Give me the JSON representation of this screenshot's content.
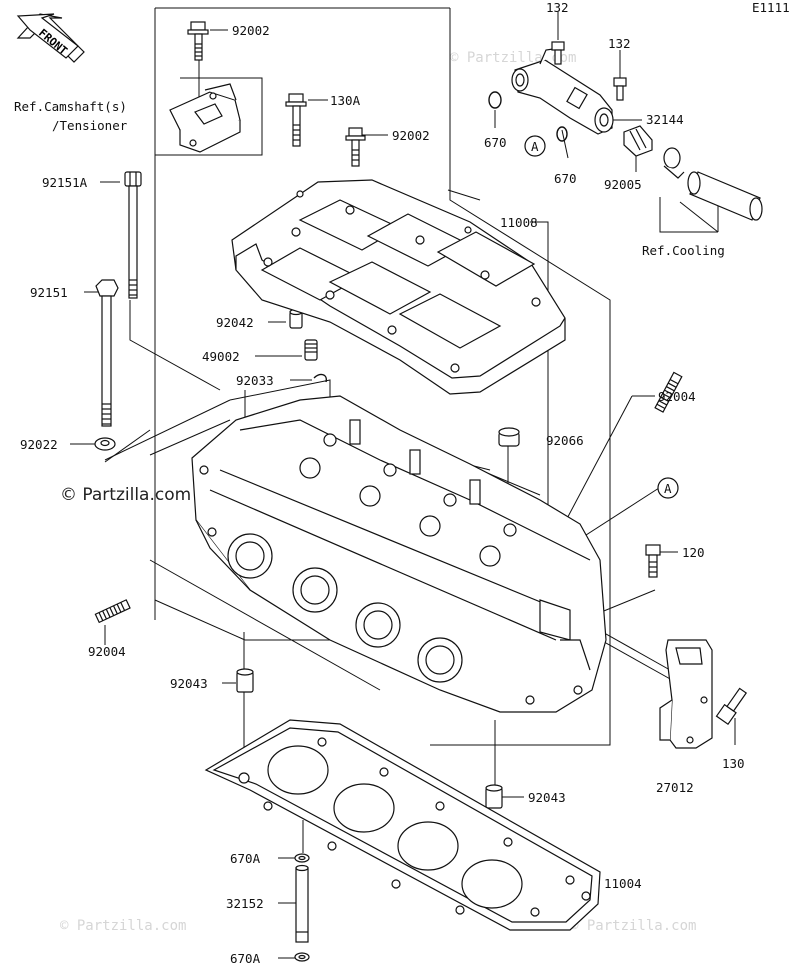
{
  "diagram_code": "E1111",
  "front_arrow": "FRONT",
  "watermark": {
    "main": "© Partzilla.com",
    "faint": "© Partzilla.com"
  },
  "callouts": {
    "p92002a": "92002",
    "ref_cam_line1": "Ref.Camshaft(s)",
    "ref_cam_line2": "/Tensioner",
    "p130a": "130A",
    "p92002b": "92002",
    "p92151a": "92151A",
    "p92151": "92151",
    "p92042": "92042",
    "p49002": "49002",
    "p92033": "92033",
    "p92022": "92022",
    "p92004a": "92004",
    "p92043a": "92043",
    "p670a_top": "670A",
    "p32152": "32152",
    "p670a_bot": "670A",
    "p132a": "132",
    "p132b": "132",
    "p32144": "32144",
    "p670a": "670",
    "p670b": "670",
    "ref_a1": "A",
    "p92005": "92005",
    "ref_cooling": "Ref.Cooling",
    "p11008": "11008",
    "p92004b": "92004",
    "p92066": "92066",
    "ref_a2": "A",
    "p120": "120",
    "p130": "130",
    "p27012": "27012",
    "p92043b": "92043",
    "p11004": "11004"
  }
}
